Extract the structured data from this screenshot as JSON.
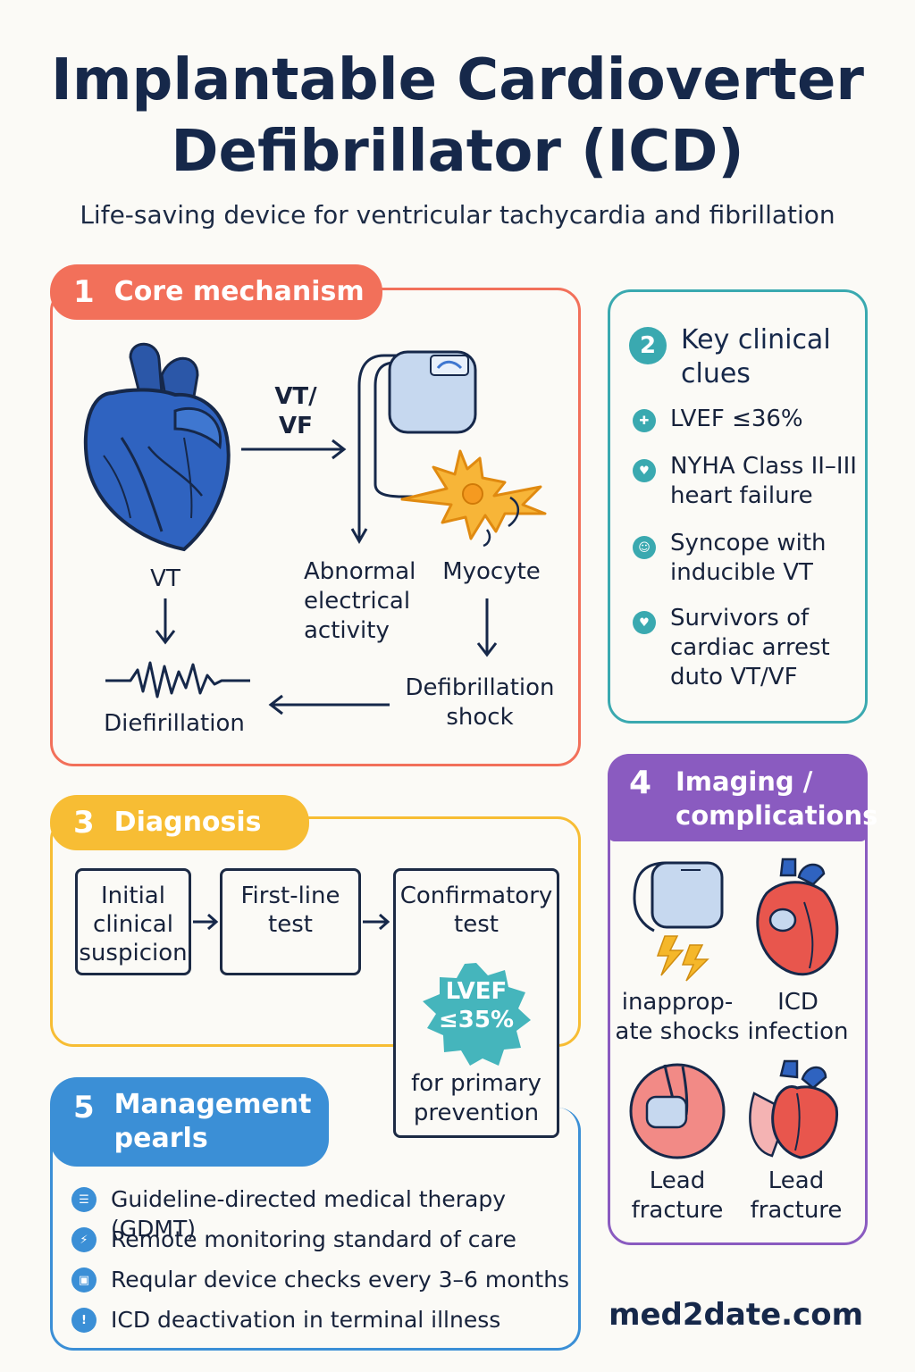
{
  "header": {
    "title_line1": "Implantable Cardioverter",
    "title_line2": "Defibrillator (ICD)",
    "subtitle": "Life-saving device for ventricular tachycardia and fibrillation"
  },
  "colors": {
    "core": "#f2705a",
    "clues": "#3aa9b0",
    "diagnosis": "#f7bd34",
    "imaging": "#8a5bc0",
    "management": "#3b8fd6",
    "heart_blue": "#2f63c0",
    "navy": "#16284a"
  },
  "core": {
    "number": "1",
    "title": "Core mechanism",
    "vtvf_label_1": "VT/",
    "vtvf_label_2": "VF",
    "vt_label": "VT",
    "abnormal_1": "Abnormal",
    "abnormal_2": "electrical",
    "abnormal_3": "activity",
    "myocyte": "Myocyte",
    "shock_1": "Defibrillation",
    "shock_2": "shock",
    "defib": "Diefirillation"
  },
  "clues": {
    "number": "2",
    "title_1": "Key clinical",
    "title_2": "clues",
    "items": [
      {
        "icon": "plus-icon",
        "line1": "LVEF ≤36%",
        "line2": "",
        "line3": ""
      },
      {
        "icon": "heart-icon",
        "line1": "NYHA Class II–III",
        "line2": "heart failure",
        "line3": ""
      },
      {
        "icon": "person-icon",
        "line1": "Syncope with",
        "line2": "inducible VT",
        "line3": ""
      },
      {
        "icon": "heart-icon",
        "line1": "Survivors of",
        "line2": "cardiac arrest",
        "line3": "duto VT/VF"
      }
    ]
  },
  "diagnosis": {
    "number": "3",
    "title": "Diagnosis",
    "box1": [
      "Initial",
      "clinical",
      "suspicion"
    ],
    "box2": [
      "First-line",
      "test"
    ],
    "box3": [
      "Confirmatory",
      "test"
    ],
    "badge_1": "LVEF",
    "badge_2": "≤35%",
    "note_1": "for primary",
    "note_2": "prevention"
  },
  "imaging": {
    "number": "4",
    "title_1": "Imaging /",
    "title_2": "complications",
    "items": [
      {
        "line1": "inapprop-",
        "line2": "ate shocks"
      },
      {
        "line1": "ICD",
        "line2": "infection"
      },
      {
        "line1": "Lead",
        "line2": "fracture"
      },
      {
        "line1": "Lead",
        "line2": "fracture"
      }
    ]
  },
  "management": {
    "number": "5",
    "title_1": "Management",
    "title_2": "pearls",
    "items": [
      "Guideline-directed medical therapy (GDMT)",
      "Remote monitoring standard of care",
      "Reqular device checks every 3–6 months",
      "ICD deactivation in terminal illness"
    ]
  },
  "footer": {
    "site": "med2date.com"
  }
}
